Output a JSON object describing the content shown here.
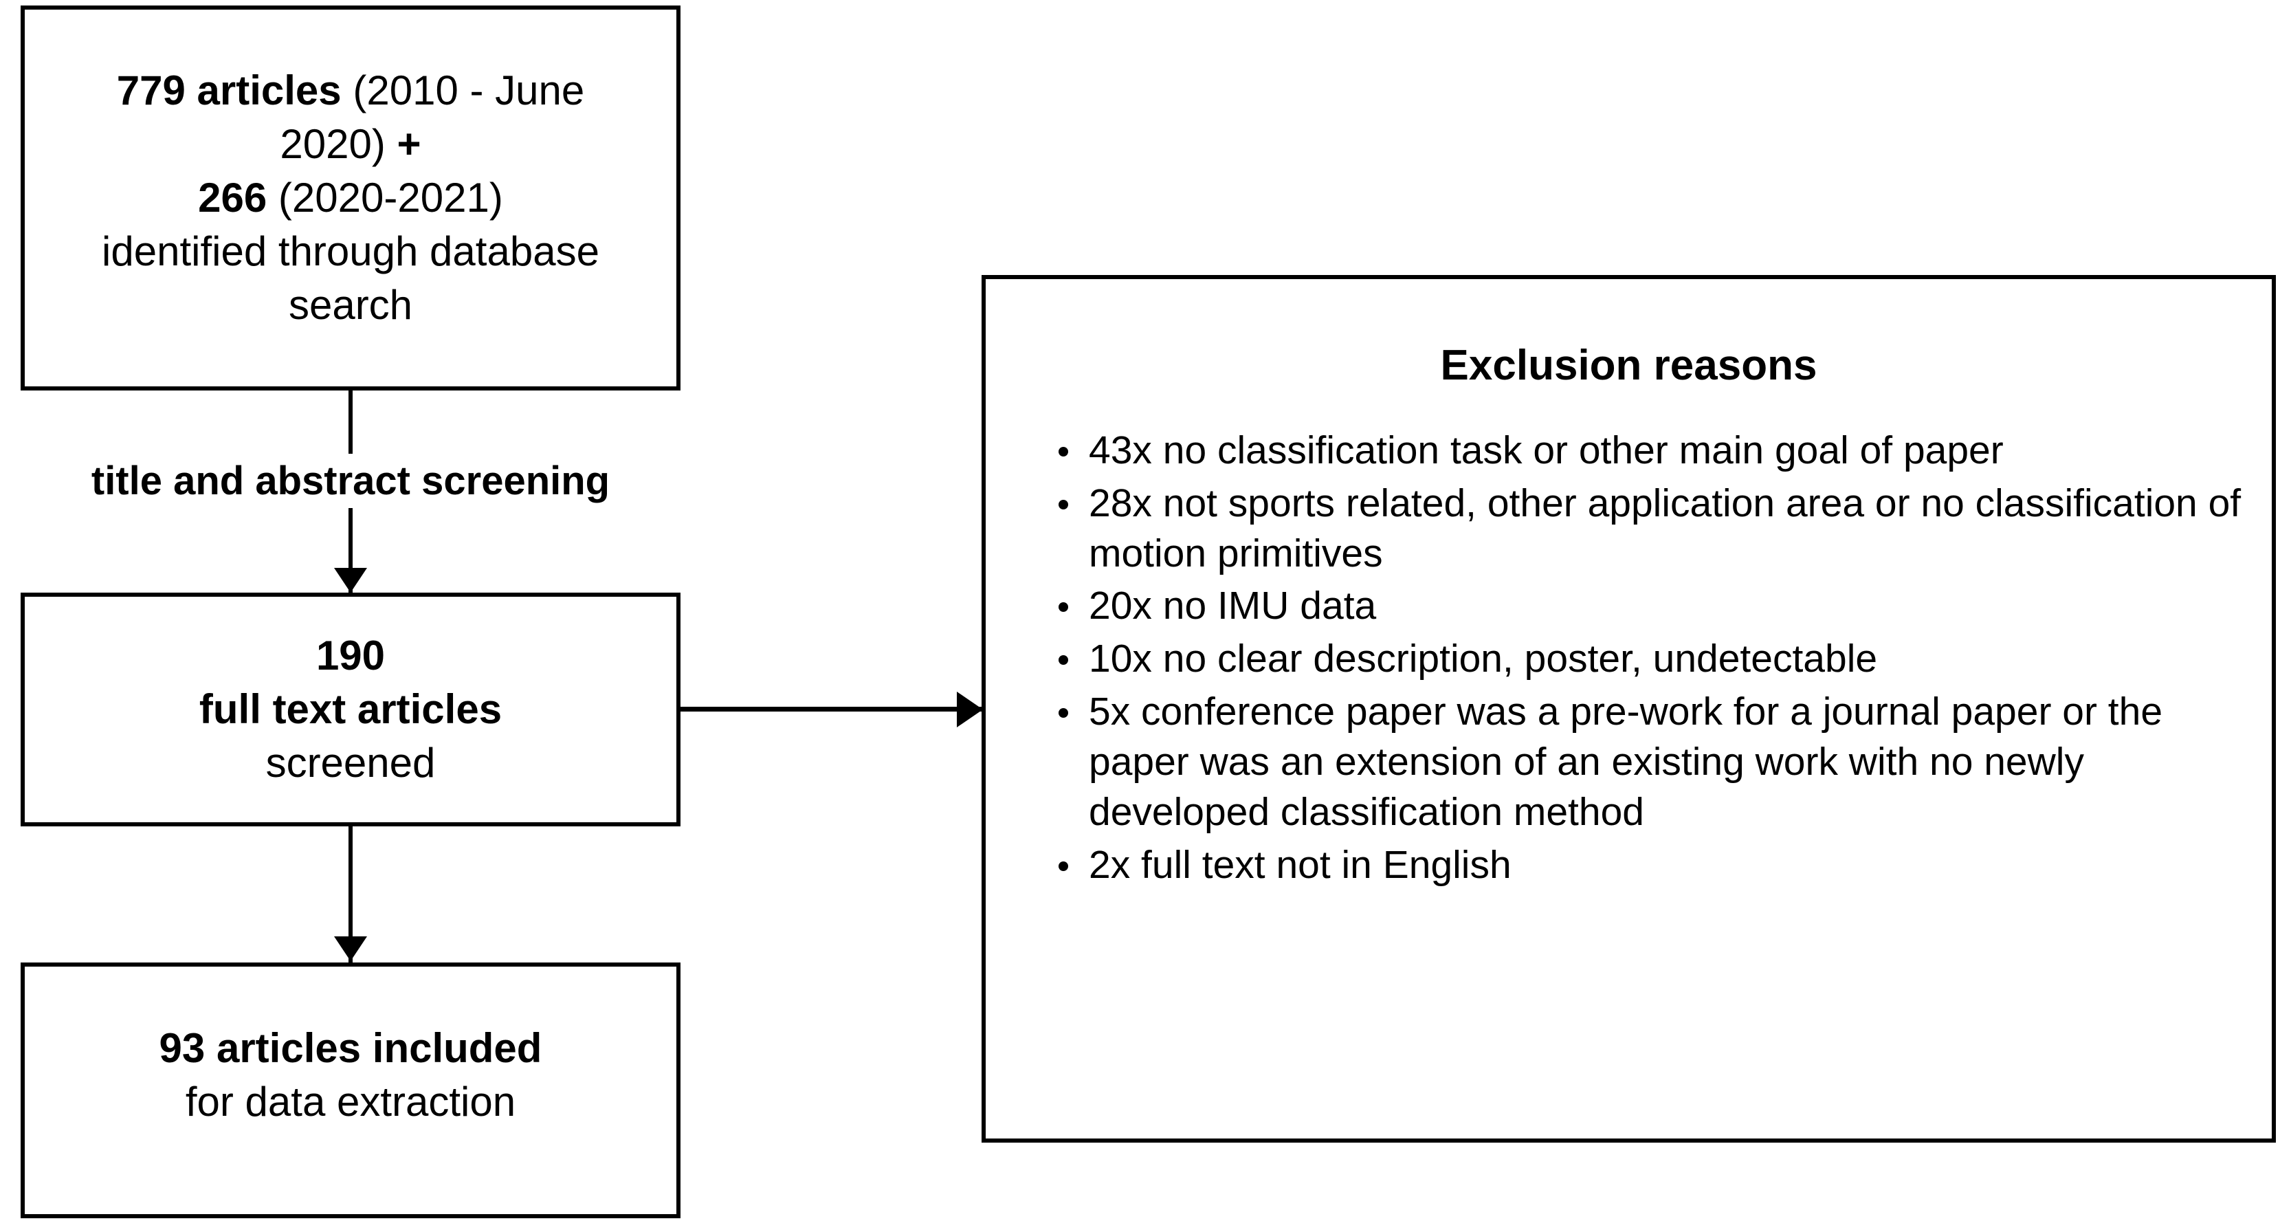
{
  "diagram": {
    "title": "PRISMA article selection flow",
    "accent_color": "#000000",
    "background_color": "#ffffff"
  },
  "identification_box": {
    "line1_bold": "779 articles",
    "line1_rest": " (2010 - June",
    "line2_rest": "2020) ",
    "line2_bold": "+",
    "line3_bold": "266",
    "line3_rest": " (2020-2021)",
    "line4": "identified through database",
    "line5": "search"
  },
  "screening_label": {
    "text": "title and abstract screening"
  },
  "screened_box": {
    "count": "190",
    "label": "full text articles",
    "status": "screened"
  },
  "included_box": {
    "headline": "93 articles included",
    "subline": "for data extraction"
  },
  "exclusion_box": {
    "title": "Exclusion reasons",
    "reasons": [
      "43x no classification task or other main goal of paper",
      "28x not sports related, other application area or no classification of motion primitives",
      "20x no IMU data",
      "10x no clear description, poster, undetectable",
      "5x conference paper was a pre-work for a journal paper or the paper was an extension of an existing work with no newly developed classification method",
      "2x full text not in English"
    ]
  },
  "connectors": {
    "identification_to_screened": "arrow-down",
    "screened_to_included": "arrow-down",
    "screened_to_exclusion": "arrow-right"
  }
}
